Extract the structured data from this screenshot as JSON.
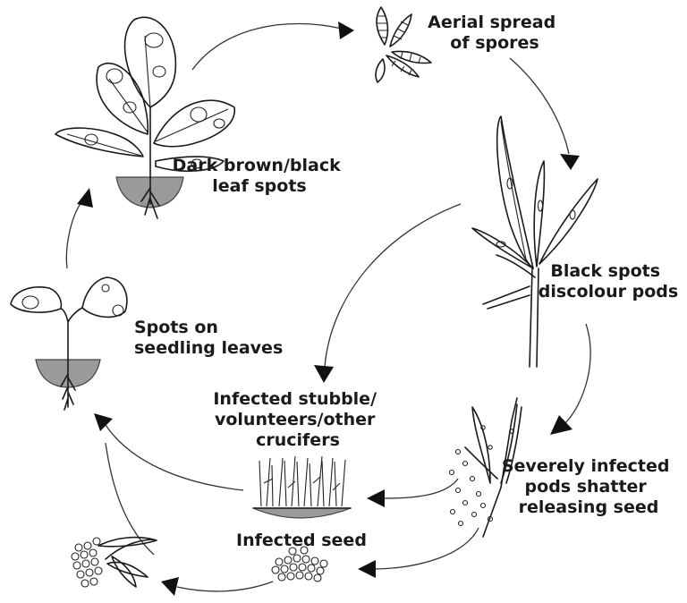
{
  "labels": {
    "leaf_spots": [
      "Dark brown/black",
      "leaf spots"
    ],
    "aerial": [
      "Aerial spread",
      "of spores"
    ],
    "pods": [
      "Black spots",
      "discolour pods"
    ],
    "shatter": [
      "Severely infected",
      "pods shatter",
      "releasing seed"
    ],
    "infected_seed": [
      "Infected seed"
    ],
    "stubble": [
      "Infected stubble/",
      "volunteers/other",
      "crucifers"
    ],
    "seedling": [
      "Spots on",
      "seedling leaves"
    ]
  }
}
